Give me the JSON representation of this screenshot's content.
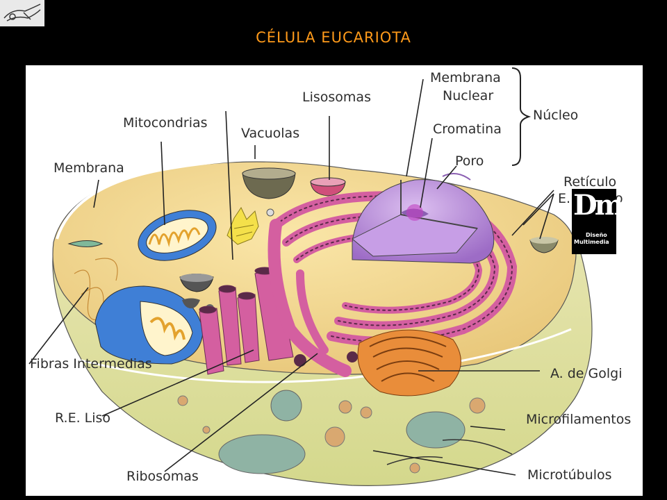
{
  "title": "CÉLULA EUCARIOTA",
  "labels": {
    "membrana_nuclear_1": "Membrana",
    "membrana_nuclear_2": "Nuclear",
    "nucleo": "Núcleo",
    "cromatina": "Cromatina",
    "poro": "Poro",
    "lisosomas": "Lisosomas",
    "mitocondrias": "Mitocondrias",
    "vacuolas": "Vacuolas",
    "membrana": "Membrana",
    "reticulo_rugoso_1": "Retículo",
    "reticulo_rugoso_2": "E. Rugoso",
    "fibras_intermedias": "Fibras Intermedias",
    "golgi": "A. de Golgi",
    "re_liso": "R.E. Liso",
    "microfilamentos": "Microfilamentos",
    "ribosomas": "Ribosomas",
    "microtubulos": "Microtúbulos"
  },
  "brand": {
    "mark": "Dm",
    "line1": "Diseño",
    "line2": "Multimedia"
  },
  "colors": {
    "title": "#ff9a1a",
    "cytoplasm": "#f0d890",
    "cell_wall": "#e4e0a6",
    "er": "#d45fa0",
    "nucleus": "#b88ad6",
    "mitochondria": "#3f7fd6",
    "golgi": "#e98d3a"
  }
}
